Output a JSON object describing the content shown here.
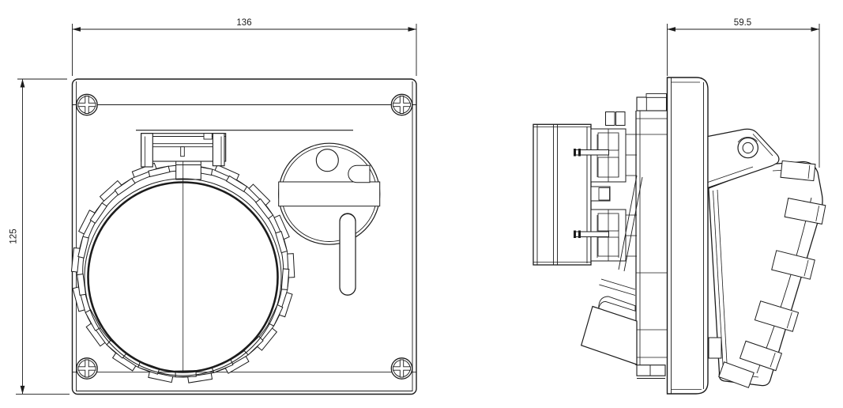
{
  "drawing": {
    "type": "technical-drawing-two-views",
    "front_view": {
      "width_label": "136",
      "height_label": "125"
    },
    "side_view": {
      "depth_label": "59.5"
    },
    "style": {
      "line_color": "#1c1c1c",
      "background": "#ffffff"
    }
  }
}
